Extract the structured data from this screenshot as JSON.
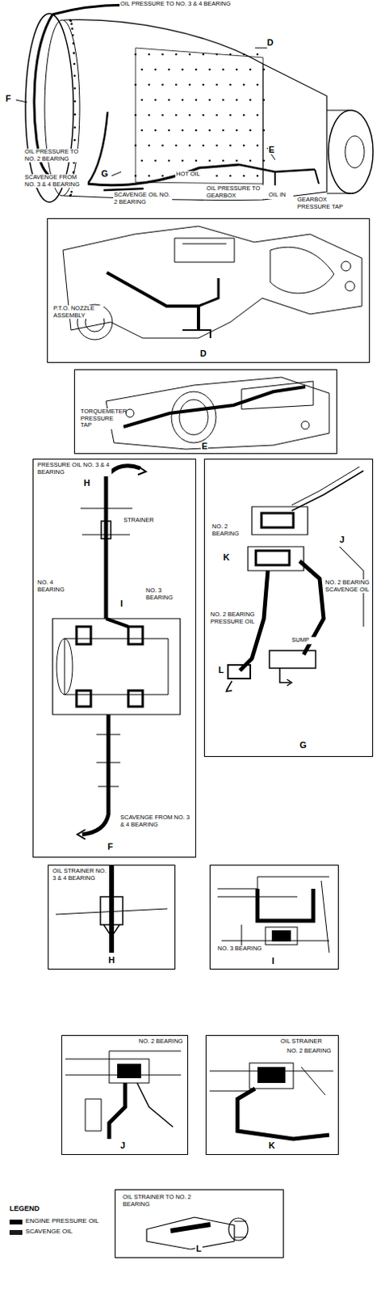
{
  "diagram": {
    "nodes": [
      {
        "text": [
          "P.T.O. NOZZLE ASSEMBLY",
          "D"
        ]
      },
      {
        "text": [
          "TORQUEMETER PRESSURE TAP",
          "E"
        ]
      },
      {
        "text": [
          "PRESSURE OIL NO. 3 & 4 BEARING",
          "H",
          "STRAINER",
          "NO. 4 BEARING",
          "NO. 3 BEARING",
          "I",
          "SCAVENGE FROM NO. 3 & 4 BEARING",
          "F"
        ]
      },
      {
        "text": [
          "NO. 2 BEARING",
          "J",
          "K",
          "NO. 2 BEARING SCAVENGE OIL",
          "NO. 2 BEARING PRESSURE OIL",
          "L",
          "SUMP",
          "G"
        ]
      },
      {
        "text": [
          "OIL STRAINER NO. 3 & 4 BEARING",
          "H"
        ]
      },
      {
        "text": [
          "NO. 3 BEARING",
          "I"
        ]
      },
      {
        "text": [
          "NO. 2 BEARING",
          "J"
        ]
      },
      {
        "text": [
          "OIL STRAINER",
          "NO. 2 BEARING",
          "K"
        ]
      },
      {
        "text": [
          "OIL STRAINER TO NO. 2 BEARING",
          "L"
        ]
      }
    ],
    "labels": [
      "OIL PRESSURE TO NO. 3 & 4 BEARING",
      "D",
      "F",
      "E",
      "OIL PRESSURE TO NO. 2 BEARING",
      "G",
      "SCAVENGE FROM NO. 3 & 4 BEARING",
      "SCAVENGE OIL NO. 2 BEARING",
      "HOT OIL",
      "OIL PRESSURE TO GEARBOX",
      "OIL IN",
      "GEARBOX PRESSURE TAP",
      "LEGEND"
    ],
    "legend": [
      {
        "text": "ENGINE PRESSURE OIL",
        "color": "#000000"
      },
      {
        "text": "SCAVENGE OIL",
        "color": "#1a1a1a"
      }
    ]
  }
}
